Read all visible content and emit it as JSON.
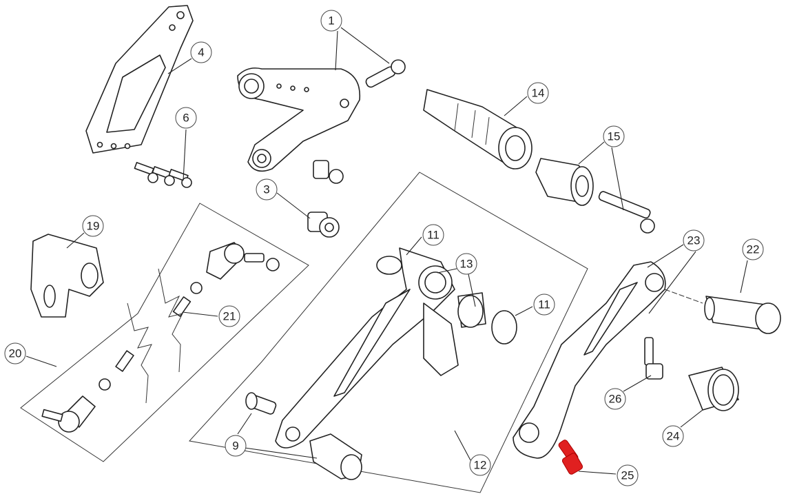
{
  "diagram": {
    "callouts": [
      {
        "label": "1"
      },
      {
        "label": "4"
      },
      {
        "label": "6"
      },
      {
        "label": "3"
      },
      {
        "label": "14"
      },
      {
        "label": "15"
      },
      {
        "label": "19"
      },
      {
        "label": "11"
      },
      {
        "label": "13"
      },
      {
        "label": "11"
      },
      {
        "label": "21"
      },
      {
        "label": "20"
      },
      {
        "label": "23"
      },
      {
        "label": "22"
      },
      {
        "label": "26"
      },
      {
        "label": "24"
      },
      {
        "label": "9"
      },
      {
        "label": "12"
      },
      {
        "label": "25"
      }
    ],
    "highlight_color": "#e02020"
  }
}
